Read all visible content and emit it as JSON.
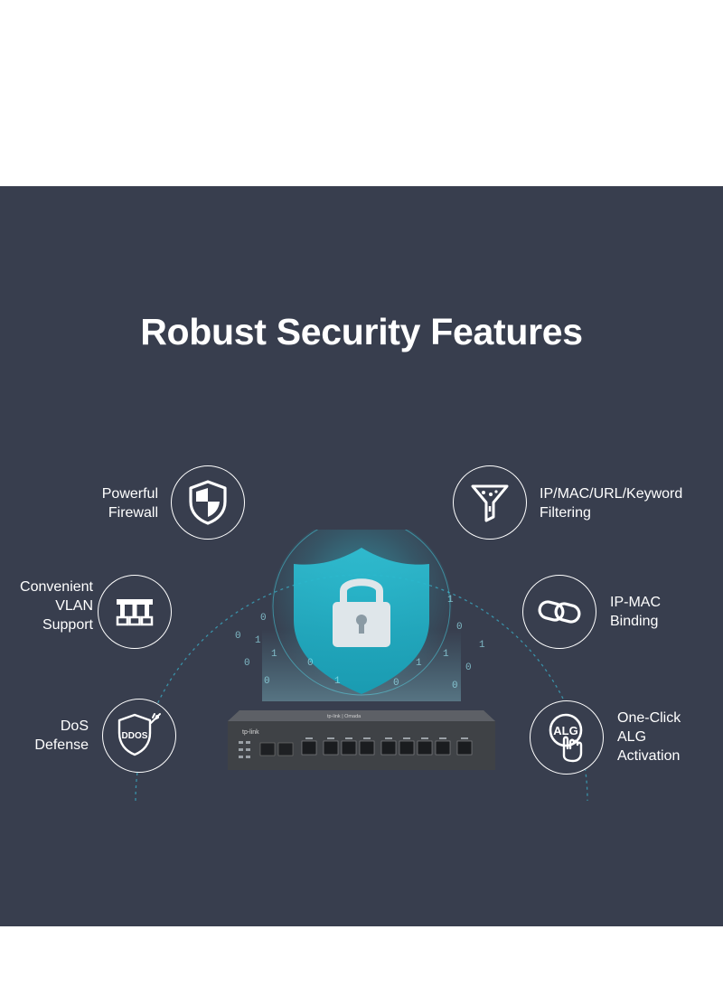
{
  "title": "Robust Security Features",
  "colors": {
    "panel_background": "#383e4e",
    "text": "#ffffff",
    "shield_accent": "#2fc6d8",
    "device_body": "#4a4d52"
  },
  "device": {
    "brand": "tp-link",
    "sub_brand": "tp-link | Omada"
  },
  "features": [
    {
      "id": "firewall",
      "icon": "shield-icon",
      "lines": [
        "Powerful",
        "Firewall"
      ]
    },
    {
      "id": "vlan",
      "icon": "vlan-network-icon",
      "lines": [
        "Convenient",
        "VLAN",
        "Support"
      ]
    },
    {
      "id": "dos",
      "icon": "ddos-shield-icon",
      "icon_text": "DDOS",
      "lines": [
        "DoS",
        "Defense"
      ]
    },
    {
      "id": "filtering",
      "icon": "filter-funnel-icon",
      "lines": [
        "IP/MAC/URL/Keyword",
        "Filtering"
      ]
    },
    {
      "id": "binding",
      "icon": "link-chain-icon",
      "lines": [
        "IP-MAC",
        "Binding"
      ]
    },
    {
      "id": "alg",
      "icon": "alg-click-icon",
      "icon_text": "ALG",
      "lines": [
        "One-Click",
        "ALG",
        "Activation"
      ]
    }
  ]
}
